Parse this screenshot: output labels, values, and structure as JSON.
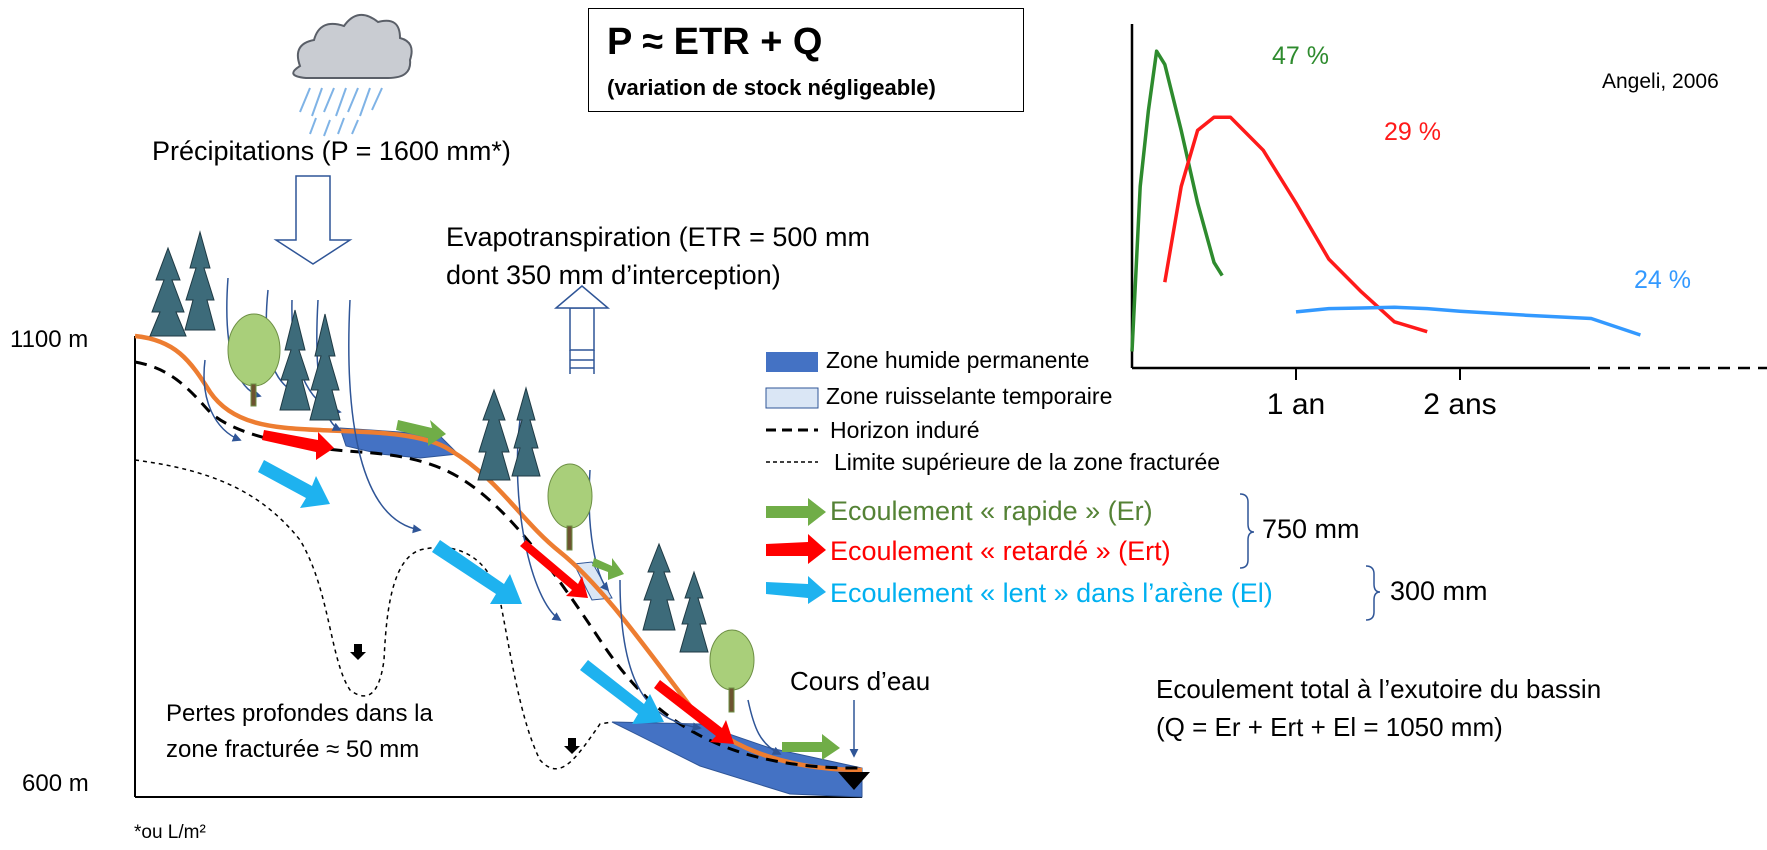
{
  "formula": {
    "equation": "P ≈ ETR + Q",
    "note": "(variation de stock négligeable)"
  },
  "precipitation": {
    "label": "Précipitations (P = 1600 mm*)",
    "footnote": "*ou L/m²"
  },
  "evapotranspiration": {
    "line1": "Evapotranspiration (ETR = 500 mm",
    "line2": "dont 350 mm d’interception)"
  },
  "altitudes": {
    "top": "1100 m",
    "bottom": "600 m"
  },
  "legend": {
    "zone_humide": "Zone humide permanente",
    "zone_ruisselante": "Zone ruisselante temporaire",
    "horizon": "Horizon induré",
    "limite": "Limite supérieure de la zone fracturée"
  },
  "flows": {
    "rapide": "Ecoulement « rapide » (Er)",
    "retarde": "Ecoulement « retardé » (Ert)",
    "lent": "Ecoulement « lent » dans l’arène (El)",
    "fast_total": "750 mm",
    "slow_total": "300 mm"
  },
  "labels": {
    "cours_eau": "Cours d’eau",
    "pertes_line1": "Pertes profondes dans la",
    "pertes_line2": "zone fracturée ≈ 50 mm",
    "total_line1": "Ecoulement total à l’exutoire du bassin",
    "total_line2": "(Q = Er + Ert + El = 1050 mm)"
  },
  "colors": {
    "rapide": "#6aa84f",
    "retarde": "#ff1a1a",
    "lent": "#1eb2ef",
    "surface": "#f0883a",
    "water": "#4472c4",
    "text_green": "#548235",
    "text_red": "#ff0000",
    "text_blue": "#00b0f0"
  },
  "chart_data": {
    "type": "line",
    "source": "Angeli, 2006",
    "x_ticks": [
      "1 an",
      "2 ans"
    ],
    "series": [
      {
        "label": "47 %",
        "color": "#2e8b2e",
        "x": [
          0.0,
          0.05,
          0.1,
          0.15,
          0.2,
          0.3,
          0.4,
          0.5,
          0.55
        ],
        "y": [
          0.05,
          0.55,
          0.78,
          0.96,
          0.92,
          0.72,
          0.5,
          0.32,
          0.28
        ]
      },
      {
        "label": "29 %",
        "color": "#ff1a1a",
        "x": [
          0.2,
          0.3,
          0.4,
          0.5,
          0.6,
          0.8,
          1.0,
          1.2,
          1.4,
          1.6,
          1.8
        ],
        "y": [
          0.26,
          0.55,
          0.72,
          0.76,
          0.76,
          0.66,
          0.5,
          0.33,
          0.23,
          0.14,
          0.11
        ]
      },
      {
        "label": "24 %",
        "color": "#3399ff",
        "x": [
          1.0,
          1.2,
          1.4,
          1.6,
          1.8,
          2.0,
          2.4,
          2.8,
          3.1
        ],
        "y": [
          0.17,
          0.18,
          0.182,
          0.184,
          0.18,
          0.172,
          0.16,
          0.15,
          0.1
        ]
      }
    ]
  }
}
